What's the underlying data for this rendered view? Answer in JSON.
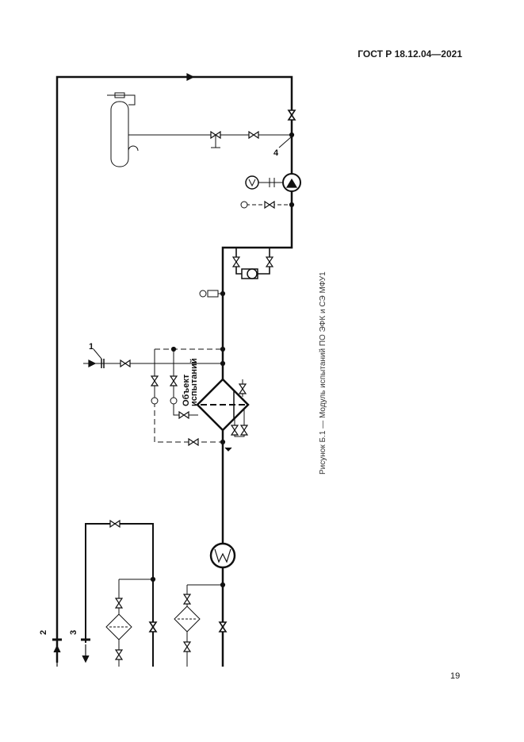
{
  "header": {
    "standard": "ГОСТ Р 18.12.04—2021"
  },
  "page_number": "19",
  "figure": {
    "caption": "Рисунок Б.1 — Модуль испытаний ПО ЭФК и СЭ МФУ1",
    "labels": {
      "p1": "1",
      "p2": "2",
      "p3": "3",
      "p4": "4"
    },
    "object_label_1": "Объект",
    "object_label_2": "испытаний"
  }
}
